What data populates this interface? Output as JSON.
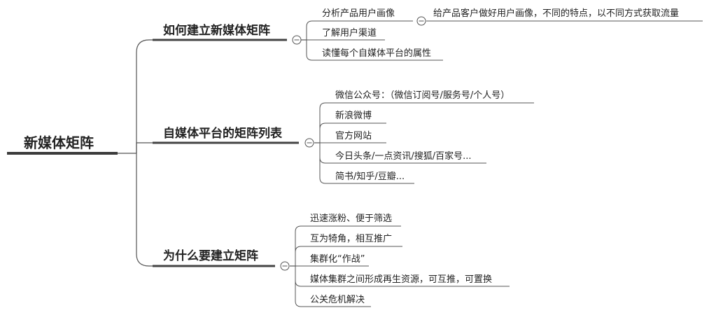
{
  "root": {
    "label": "新媒体矩阵"
  },
  "branches": [
    {
      "label": "如何建立新媒体矩阵",
      "children": [
        {
          "label": "分析产品用户画像",
          "child": "给产品客户做好用户画像，不同的特点，以不同方式获取流量"
        },
        {
          "label": "了解用户渠道"
        },
        {
          "label": "读懂每个自媒体平台的属性"
        }
      ]
    },
    {
      "label": "自媒体平台的矩阵列表",
      "children": [
        {
          "label": "微信公众号：（微信订阅号/服务号/个人号）"
        },
        {
          "label": "新浪微博"
        },
        {
          "label": "官方网站"
        },
        {
          "label": "今日头条/一点资讯/搜狐/百家号..."
        },
        {
          "label": "简书/知乎/豆瓣..."
        }
      ]
    },
    {
      "label": "为什么要建立矩阵",
      "children": [
        {
          "label": "迅速涨粉、便于筛选"
        },
        {
          "label": "互为犄角，相互推广"
        },
        {
          "label": "集群化“作战”"
        },
        {
          "label": "媒体集群之间形成再生资源，可互推，可置换"
        },
        {
          "label": "公关危机解决"
        }
      ]
    }
  ]
}
